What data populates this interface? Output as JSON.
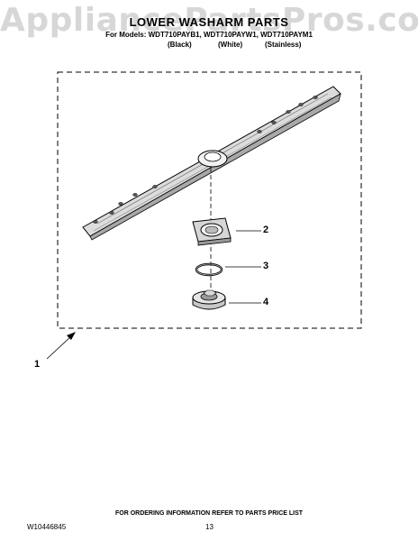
{
  "watermark": "AppliancePartsPros.com",
  "header": {
    "title": "LOWER WASHARM PARTS",
    "models": "For Models: WDT710PAYB1, WDT710PAYW1, WDT710PAYM1",
    "variants": [
      "(Black)",
      "(White)",
      "(Stainless)"
    ]
  },
  "callouts": [
    "1",
    "2",
    "3",
    "4"
  ],
  "footer": {
    "ordering_note": "FOR ORDERING INFORMATION REFER TO PARTS PRICE LIST",
    "doc_number": "W10446845",
    "page_number": "13"
  }
}
